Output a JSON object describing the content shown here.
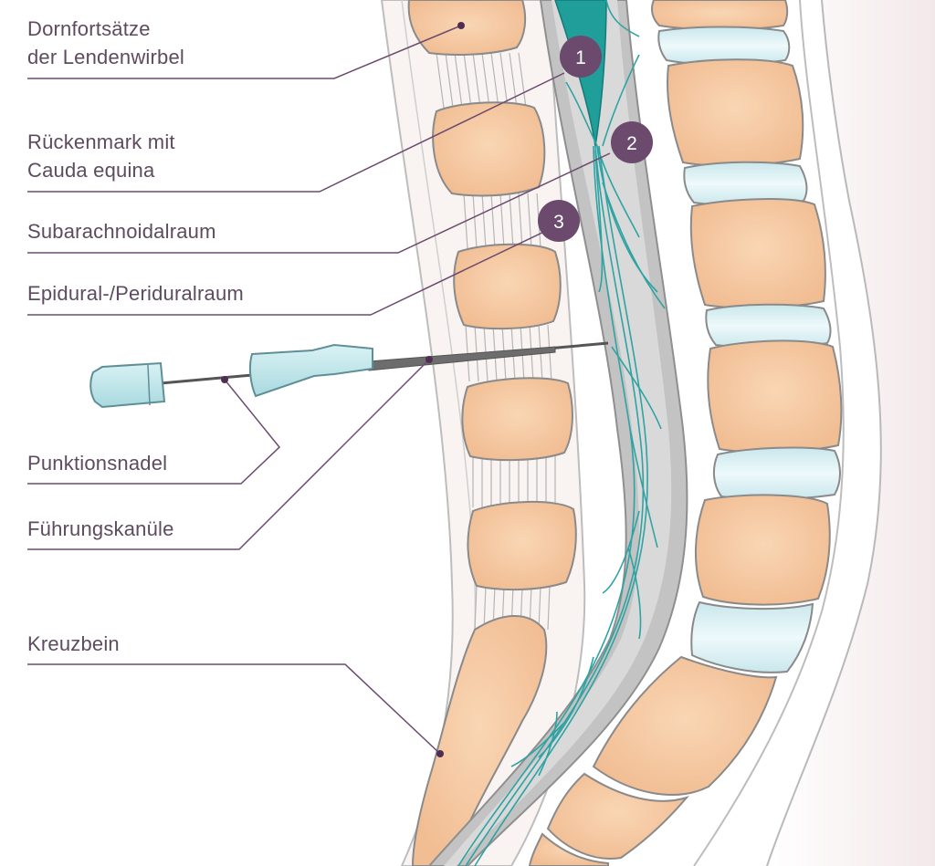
{
  "labels": {
    "dornfortsaetze": "Dornfortsätze\nder Lendenwirbel",
    "rueckenmark": "Rückenmark mit\nCauda equina",
    "subarachnoidalraum": "Subarachnoidalraum",
    "epiduralraum": "Epidural-/Periduralraum",
    "punktionsnadel": "Punktionsnadel",
    "fuehrungskanuele": "Führungskanüle",
    "kreuzbein": "Kreuzbein"
  },
  "markers": [
    "1",
    "2",
    "3"
  ],
  "colors": {
    "label_text": "#5e4b5f",
    "leader_line": "#6b4a6e",
    "marker_fill": "#6b4a6e",
    "bone": "#f5c9a3",
    "disc": "#d5eef2",
    "dura": "#bdbdbd",
    "nerve": "#2fa3a3",
    "needle_hub": "#bfe6ea"
  }
}
